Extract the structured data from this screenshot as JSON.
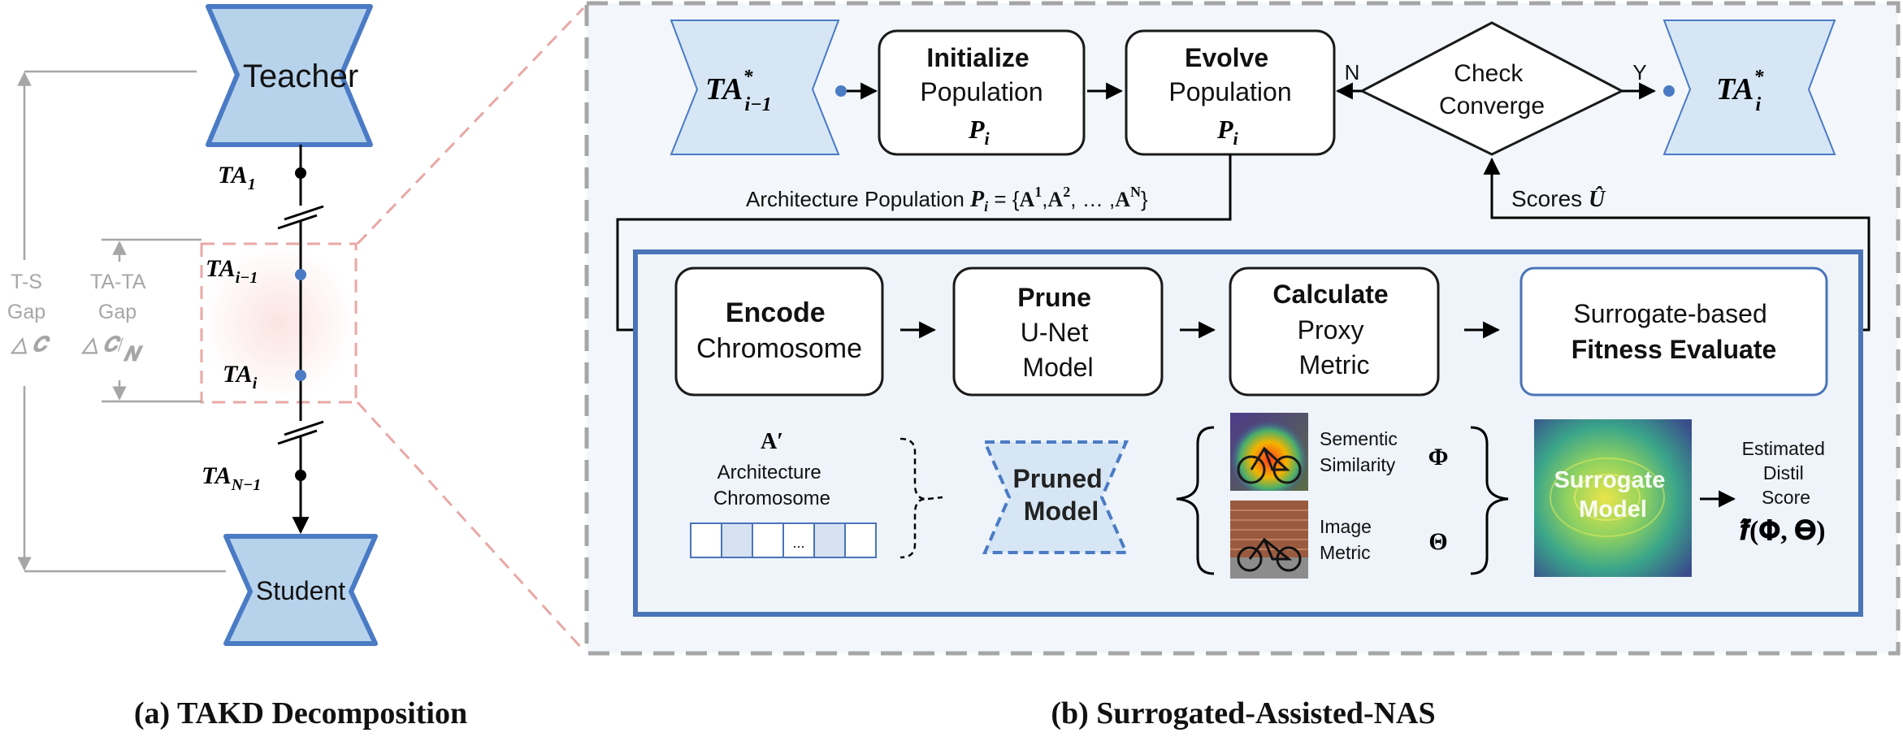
{
  "left": {
    "teacher": "Teacher",
    "student": "Student",
    "ta1": {
      "base": "TA",
      "sub": "1"
    },
    "ta_prev": {
      "base": "TA",
      "sub": "i−1"
    },
    "ta_i": {
      "base": "TA",
      "sub": "i"
    },
    "ta_last": {
      "base": "TA",
      "sub": "N−1"
    },
    "ts_gap": [
      "T-S",
      "Gap",
      "△ 𝑪"
    ],
    "ta_gap": [
      "TA-TA",
      "Gap",
      "△ 𝑪",
      "𝑵"
    ],
    "caption": "(a) TAKD Decomposition"
  },
  "right": {
    "ta_in": {
      "base": "TA",
      "sup": "*",
      "sub": "i−1"
    },
    "ta_out": {
      "base": "TA",
      "sup": "*",
      "sub": "i"
    },
    "init": {
      "bold": "Initialize",
      "line2": "Population",
      "var": "P",
      "sub": "i"
    },
    "evolve": {
      "bold": "Evolve",
      "line2": "Population",
      "var": "P",
      "sub": "i"
    },
    "check": [
      "Check",
      "Converge"
    ],
    "n_label": "N",
    "y_label": "Y",
    "arch_pop": {
      "prefix": "Architecture Population ",
      "var": "P",
      "sub": "i",
      "eq": " = {",
      "a": "A",
      "s1": "1",
      "s2": "2",
      "sN": "N",
      "dots": ", … ,",
      "close": "}"
    },
    "scores": {
      "text": "Scores ",
      "var": "Û"
    },
    "steps": [
      {
        "bold": "Encode",
        "lines": [
          "Chromosome"
        ]
      },
      {
        "bold": "Prune",
        "lines": [
          "U-Net",
          "Model"
        ]
      },
      {
        "bold": "Calculate",
        "lines": [
          "Proxy",
          "Metric"
        ]
      },
      {
        "bold": "Fitness Evaluate",
        "lines": [
          "Surrogate-based"
        ]
      }
    ],
    "chromosome": {
      "var": "A′",
      "label1": "Architecture",
      "label2": "Chromosome",
      "dots": "..."
    },
    "pruned": [
      "Pruned",
      "Model"
    ],
    "metric1": {
      "l1": "Sementic",
      "l2": "Similarity",
      "sym": "Φ"
    },
    "metric2": {
      "l1": "Image",
      "l2": "Metric",
      "sym": "Θ"
    },
    "surrogate": [
      "Surrogate",
      "Model"
    ],
    "estimated": [
      "Estimated",
      "Distil",
      "Score"
    ],
    "formula": "𝒇̂(𝚽, 𝚯)",
    "caption": "(b) Surrogated-Assisted-NAS"
  },
  "colors": {
    "teacher_fill": "#b7d3ec",
    "teacher_stroke": "#4a7bc4",
    "ta_fill": "#d6e6f4",
    "dot_blue": "#4a7bc4",
    "inner_border": "#4a74b8",
    "panel_bg": "#f3f7fb",
    "gray": "#a6a6a6",
    "pink_dash": "#e8a8a6"
  }
}
